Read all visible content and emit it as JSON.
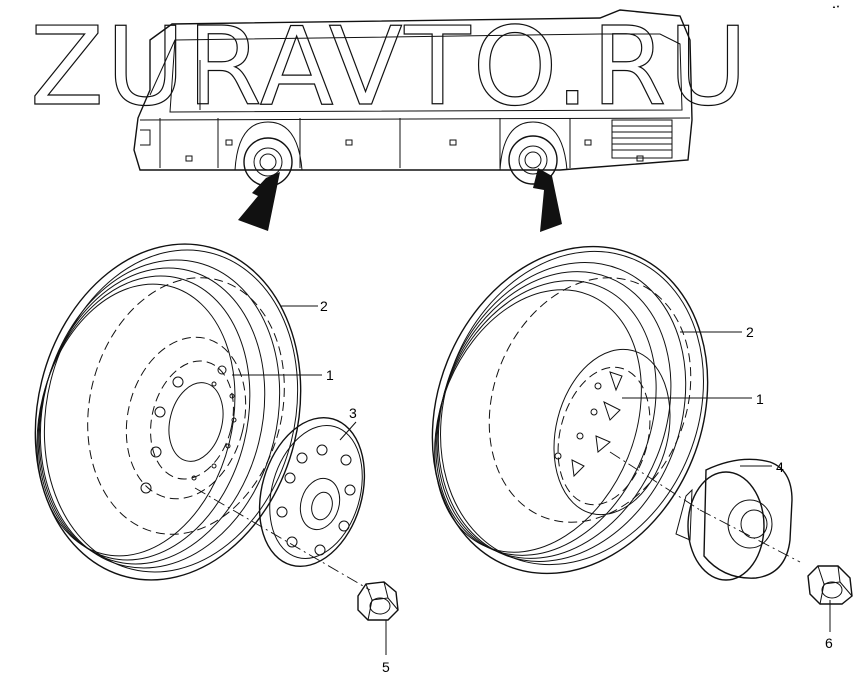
{
  "watermark": "ZURAVTO.RU",
  "corner_mark": "▲▼",
  "callouts": {
    "left_tire": "2",
    "left_wheel": "1",
    "left_cover": "3",
    "left_nut": "5",
    "right_tire": "2",
    "right_wheel": "1",
    "right_hub_cap": "4",
    "right_nut": "6"
  }
}
